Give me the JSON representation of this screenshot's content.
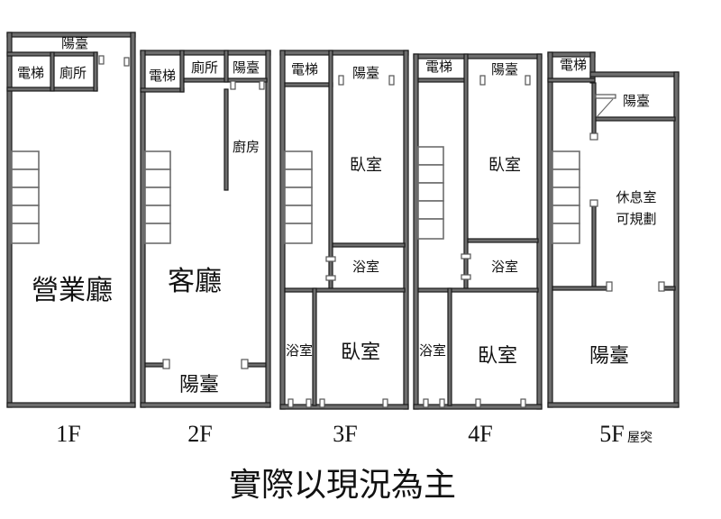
{
  "floors": [
    {
      "label": "1F",
      "sublabel": "",
      "rooms": {
        "balcony": "陽臺",
        "elevator": "電梯",
        "toilet": "廁所",
        "business_hall": "營業廳"
      }
    },
    {
      "label": "2F",
      "sublabel": "",
      "rooms": {
        "elevator": "電梯",
        "toilet": "廁所",
        "balcony_top": "陽臺",
        "kitchen": "廚房",
        "living_room": "客廳",
        "balcony_bottom": "陽臺"
      }
    },
    {
      "label": "3F",
      "sublabel": "",
      "rooms": {
        "elevator": "電梯",
        "balcony": "陽臺",
        "bedroom_top": "臥室",
        "bathroom_right": "浴室",
        "bathroom_left": "浴室",
        "bedroom_bottom": "臥室"
      }
    },
    {
      "label": "4F",
      "sublabel": "",
      "rooms": {
        "elevator": "電梯",
        "balcony": "陽臺",
        "bedroom_top": "臥室",
        "bathroom_right": "浴室",
        "bathroom_left": "浴室",
        "bedroom_bottom": "臥室"
      }
    },
    {
      "label": "5F",
      "sublabel": "屋突",
      "rooms": {
        "elevator": "電梯",
        "balcony_top": "陽臺",
        "lounge_line1": "休息室",
        "lounge_line2": "可規劃",
        "balcony_bottom": "陽臺"
      }
    }
  ],
  "disclaimer": "實際以現況為主"
}
